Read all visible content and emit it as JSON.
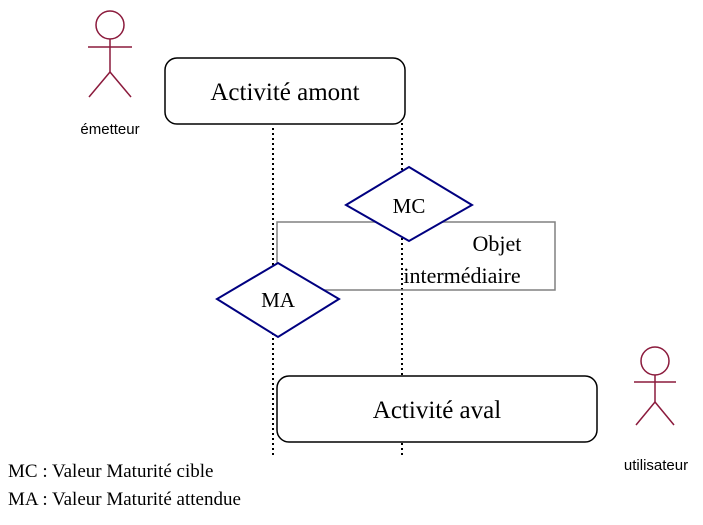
{
  "actors": {
    "emitter": {
      "label": "émetteur"
    },
    "user": {
      "label": "utilisateur"
    }
  },
  "activities": {
    "upstream": {
      "label": "Activité amont"
    },
    "downstream": {
      "label": "Activité aval"
    }
  },
  "intermediate_object": {
    "line1": "Objet",
    "line2": "intermédiaire"
  },
  "decisions": {
    "mc": {
      "label": "MC"
    },
    "ma": {
      "label": "MA"
    }
  },
  "legend": {
    "mc": "MC : Valeur Maturité cible",
    "ma": "MA : Valeur Maturité attendue"
  },
  "colors": {
    "actor": "#8b1a3c",
    "diamond": "#000080",
    "object_border": "#808080",
    "lifeline": "#000000"
  }
}
